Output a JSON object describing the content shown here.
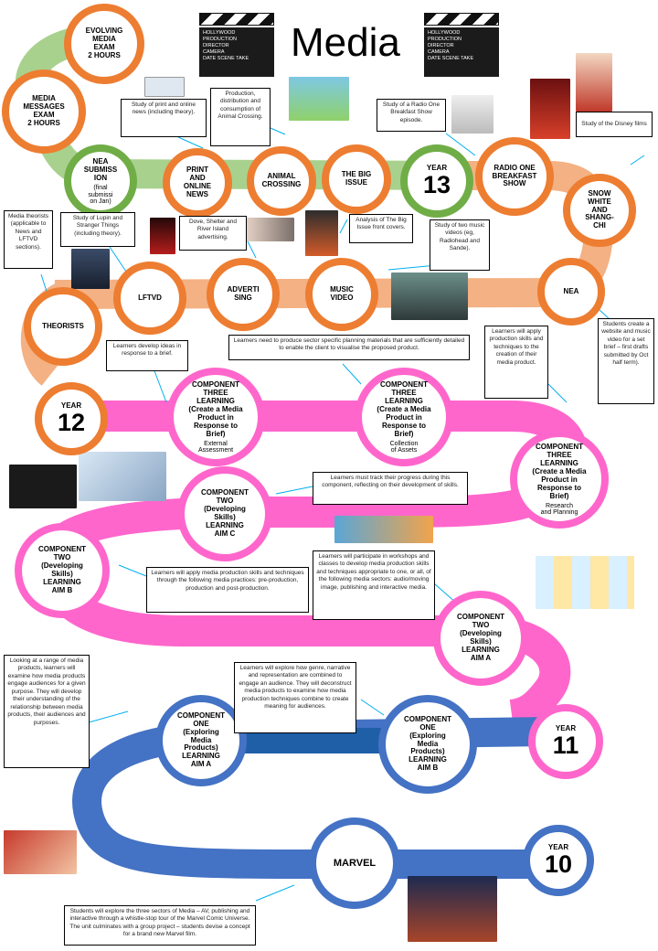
{
  "title": "Media",
  "clapperboard": {
    "lines": [
      "HOLLYWOOD",
      "PRODUCTION",
      "DIRECTOR",
      "CAMERA",
      "DATE   SCENE   TAKE"
    ]
  },
  "colors": {
    "orange": "#ed7d31",
    "green": "#70ad47",
    "pink": "#ff66cc",
    "blue": "#4472c4",
    "light_orange": "#f4b183"
  },
  "years": {
    "y13": {
      "label": "YEAR",
      "number": "13"
    },
    "y12": {
      "label": "YEAR",
      "number": "12"
    },
    "y11": {
      "label": "YEAR",
      "number": "11"
    },
    "y10": {
      "label": "YEAR",
      "number": "10"
    }
  },
  "nodes": {
    "evolving": "EVOLVING\nMEDIA\nEXAM\n2 HOURS",
    "messages": "MEDIA\nMESSAGES\nEXAM\n2 HOURS",
    "nea_sub_title": "NEA\nSUBMISS\nION",
    "nea_sub_note": "(final\nsubmissi\non Jan)",
    "print": "PRINT\nAND\nONLINE\nNEWS",
    "animal": "ANIMAL\nCROSSING",
    "bigissue": "THE BIG\nISSUE",
    "radio": "RADIO ONE\nBREAKFAST\nSHOW",
    "snow": "SNOW\nWHITE\nAND\nSHANG-\nCHI",
    "nea": "NEA",
    "music": "MUSIC\nVIDEO",
    "advert": "ADVERTI\nSING",
    "lftvd": "LFTVD",
    "theorists": "THEORISTS",
    "c3_external_title": "COMPONENT\nTHREE\nLEARNING\n(Create a Media\nProduct in\nResponse to\nBrief)",
    "c3_external_sub": "External\nAssessment",
    "c3_assets_title": "COMPONENT\nTHREE\nLEARNING\n(Create a Media\nProduct in\nResponse to\nBrief)",
    "c3_assets_sub": "Collection\nof Assets",
    "c3_research_title": "COMPONENT\nTHREE\nLEARNING\n(Create a Media\nProduct in\nResponse to\nBrief)",
    "c3_research_sub": "Research\nand Planning",
    "c2_c": "COMPONENT\nTWO\n(Developing\nSkills)\nLEARNING\nAIM C",
    "c2_b": "COMPONENT\nTWO\n(Developing\nSkills)\nLEARNING\nAIM B",
    "c2_a": "COMPONENT\nTWO\n(Developing\nSkills)\nLEARNING\nAIM A",
    "c1_a": "COMPONENT\nONE\n(Exploring\nMedia\nProducts)\nLEARNING\nAIM A",
    "c1_b": "COMPONENT\nONE\n(Exploring\nMedia\nProducts)\nLEARNING\nAIM B",
    "marvel": "MARVEL"
  },
  "notes": {
    "print": "Study of print and online news (including theory).",
    "animal": "Production, distribution and consumption of Animal Crossing.",
    "radio": "Study of a Radio One Breakfast Show episode.",
    "disney": "Study of the Disney films",
    "theorists": "Media theorists (applicable to News and LFTVD sections).",
    "lupin": "Study of Lupin and Stranger Things (including theory).",
    "dove": "Dove, Shelter and River Island advertising.",
    "bigissue": "Analysis of The Big Issue front covers.",
    "musicvideos": "Study of two music videos (eg, Radiohead and Sande).",
    "nea": "Students create a website and music video for a set brief – first drafts submitted by Oct half term).",
    "ideas": "Learners develop ideas in response to a brief.",
    "planning": "Learners need to produce sector specific planning materials that are sufficiently detailed to enable the client to visualise the proposed product.",
    "apply": "Learners will apply production skills and techniques to the creation of their media product.",
    "track": "Learners must track their progress during this component, reflecting on their development of skills.",
    "workshops": "Learners will participate in workshops and classes to develop media production skills and techniques appropriate to one, or all, of the following media sectors: audio/moving image, publishing and interactive media.",
    "apply_practices": "Learners will apply media production skills and techniques through the following media practices: pre-production, production and post-production.",
    "range": "Looking at a range of media products, learners will examine how media products engage audiences for a given purpose. They will develop their understanding of the relationship between media products, their audiences and purposes.",
    "genre": "Learners will explore how genre, narrative and representation are combined to engage an audience. They will deconstruct media products to examine how media production techniques combine to create meaning for audiences.",
    "marvel": "Students will explore the three sectors of Media – AV, publishing and interactive  through a whistle-stop tour of the Marvel Comic Universe. The unit culminates with a group project – students devise a concept for a brand new Marvel film."
  }
}
